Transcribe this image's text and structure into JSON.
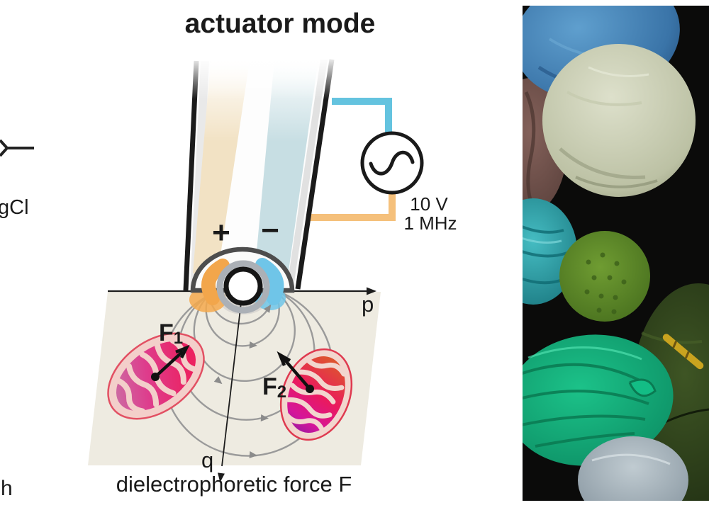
{
  "figure": {
    "title": "actuator mode",
    "caption": "dielectrophoretic force F",
    "source": {
      "voltage": "10 V",
      "frequency": "1 MHz"
    },
    "electrodes": {
      "positive": "+",
      "negative": "−"
    },
    "axes": {
      "horizontal": "p",
      "vertical": "q"
    },
    "forces": [
      {
        "symbol": "F",
        "subscript": "1"
      },
      {
        "symbol": "F",
        "subscript": "2"
      }
    ],
    "partial_labels": {
      "electrode_wire": "gCl",
      "bottom_left": "h"
    },
    "colors": {
      "wire_blue": "#64C3DF",
      "wire_orange": "#F5C07B",
      "stripe_tan": "#F2E2C4",
      "stripe_blue": "#C7DEE3",
      "crescent_orange": "#F2A64B",
      "crescent_blue": "#6FC5E8",
      "plane_beige": "#EEEBE1",
      "field_line_gray": "#9A9A9A",
      "mitochondrion_membrane": "#F3CFCA",
      "mitochondrion_outline": "#E25063",
      "mitochondrion_matrix_magenta": "#EC2160",
      "mitochondrion_matrix_purple": "#9C18A0"
    }
  }
}
